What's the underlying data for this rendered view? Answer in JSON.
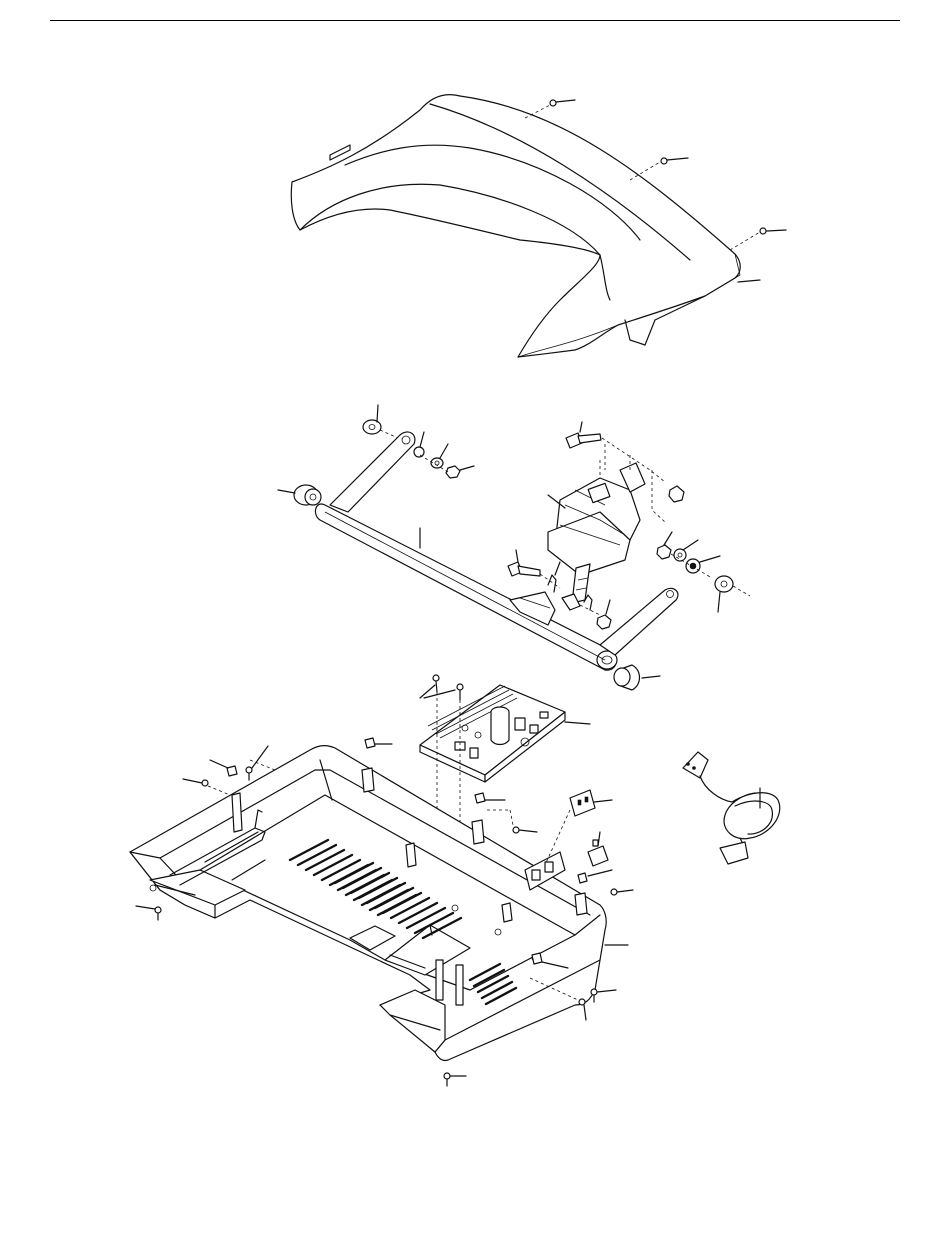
{
  "document": {
    "type": "exploded-view parts diagram",
    "labels_present": false
  },
  "assemblies": [
    "hood-cover",
    "motor-mount-frame",
    "incline-motor",
    "controller-board",
    "power-cord",
    "motor-base-frame"
  ],
  "colors": {
    "ink": "#111111",
    "paper": "#ffffff"
  }
}
